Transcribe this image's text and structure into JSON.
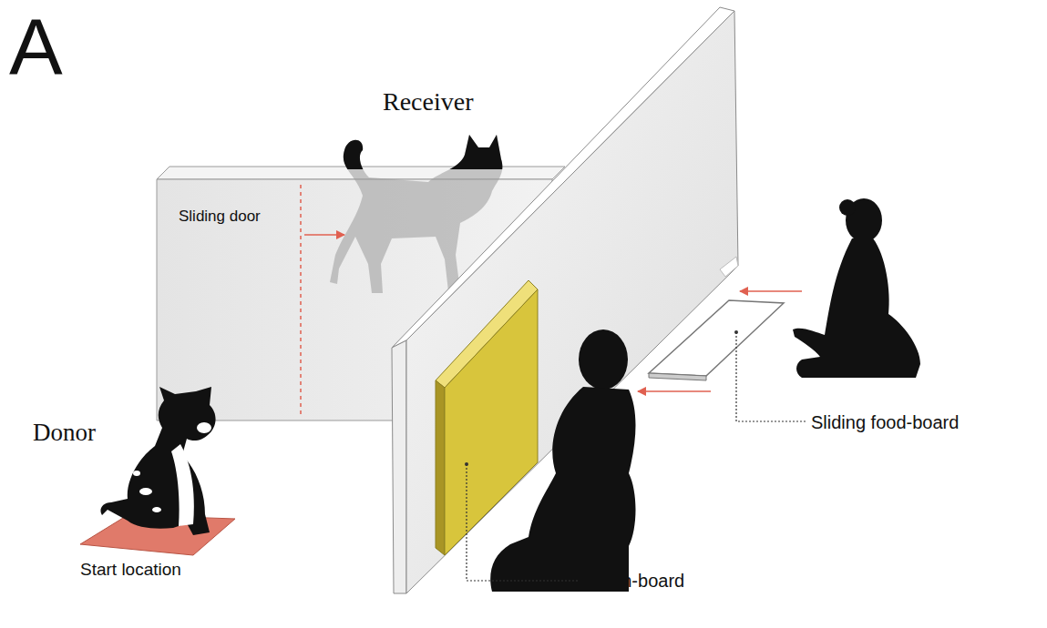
{
  "diagram": {
    "labels": [
      "A",
      "Receiver",
      "Sliding door",
      "Donor",
      "Start location",
      "Sliding food-board",
      "Token-board"
    ]
  }
}
